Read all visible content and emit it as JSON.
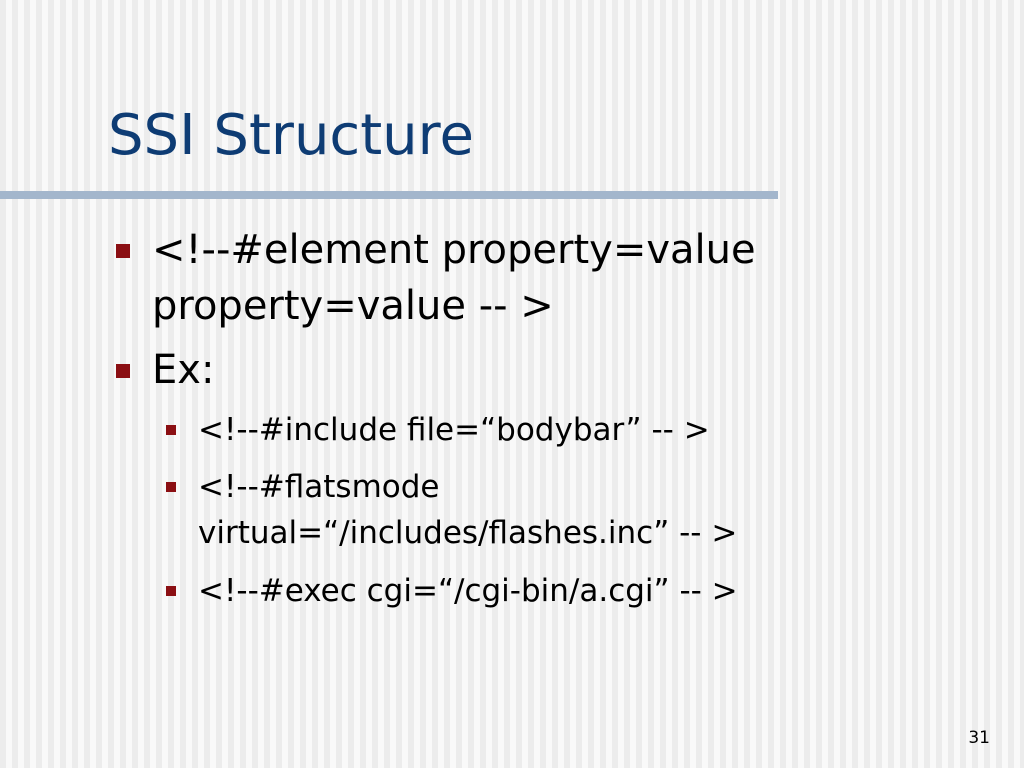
{
  "slide": {
    "title": "SSI Structure",
    "bullets": [
      {
        "level": 1,
        "text": "<!--#element property=value\nproperty=value -- >"
      },
      {
        "level": 1,
        "text": "Ex:"
      },
      {
        "level": 2,
        "text": "<!--#include file=“bodybar” -- >"
      },
      {
        "level": 2,
        "text": "<!--#flatsmode\nvirtual=“/includes/flashes.inc” -- >"
      },
      {
        "level": 2,
        "text": "<!--#exec cgi=“/cgi-bin/a.cgi” -- >"
      }
    ],
    "page_number": "31"
  },
  "colors": {
    "title": "#0e3c74",
    "title_rule": "#a3b6cc",
    "bullet": "#8b0f13",
    "text": "#000000"
  }
}
